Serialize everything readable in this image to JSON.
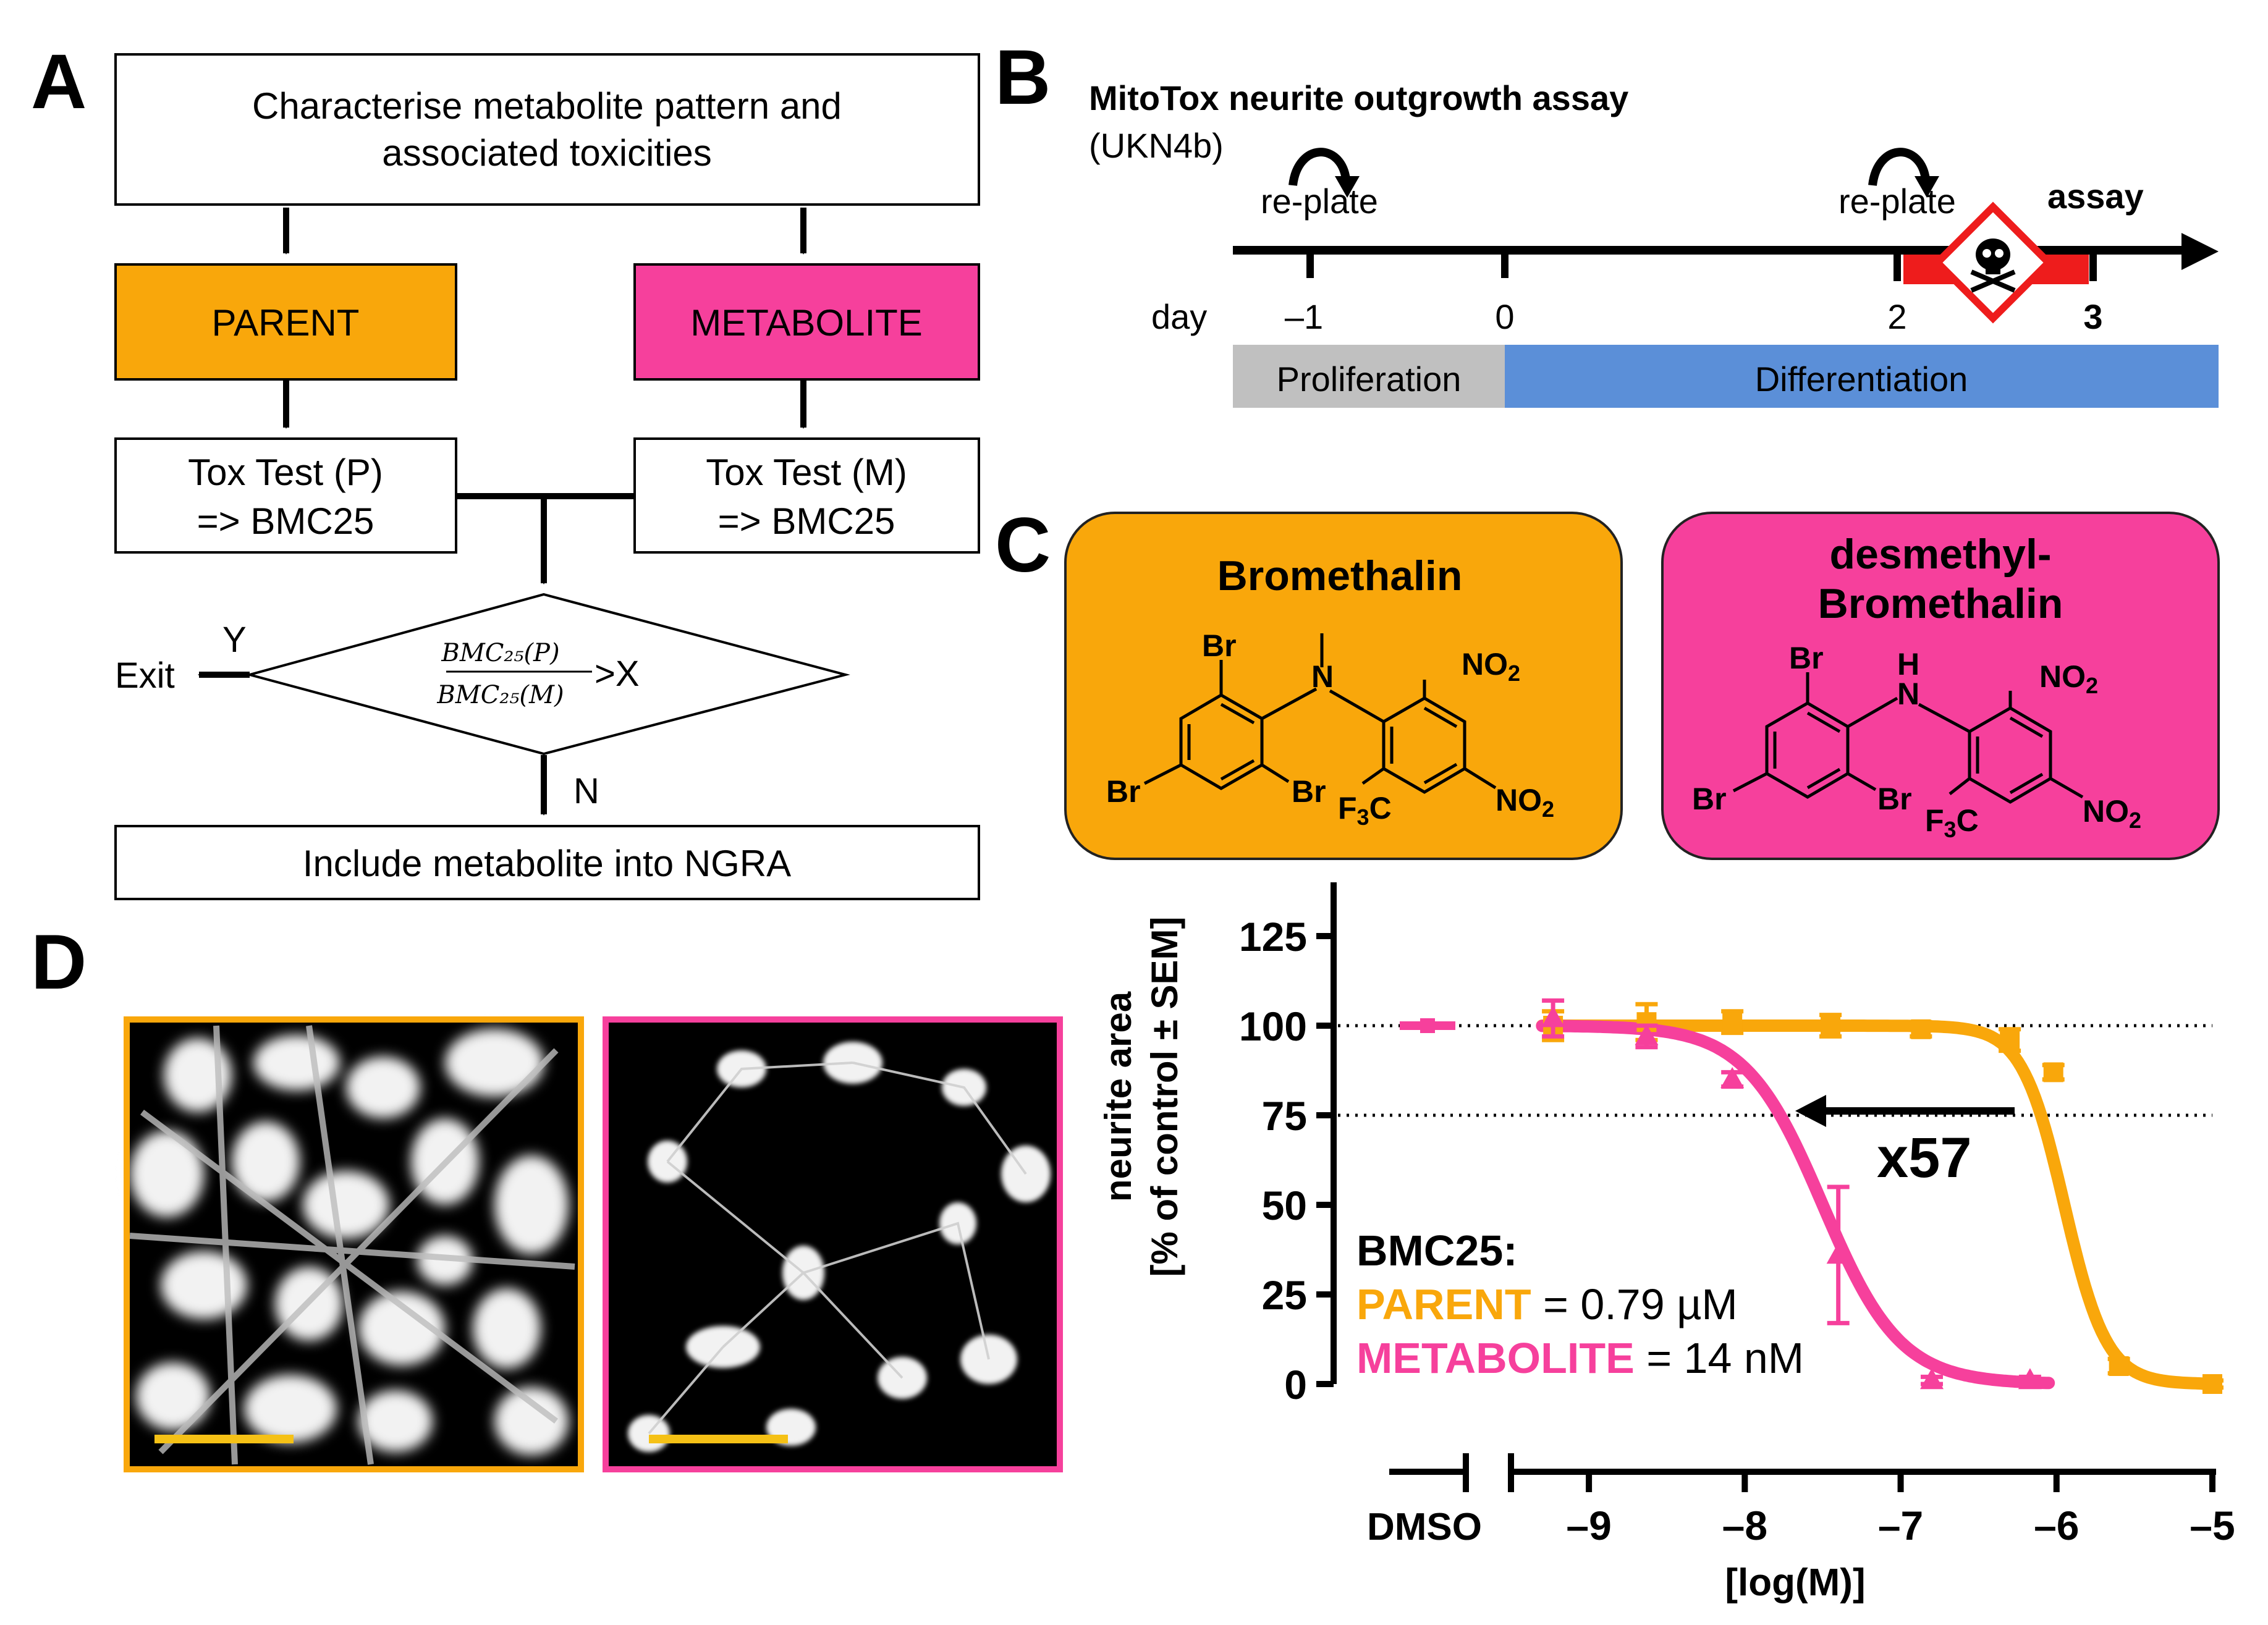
{
  "panels": {
    "a": "A",
    "b": "B",
    "c": "C",
    "d": "D"
  },
  "flow": {
    "top": [
      "Characterise metabolite pattern and",
      "associated toxicities"
    ],
    "parent": "PARENT",
    "metabolite": "METABOLITE",
    "tox_p": [
      "Tox Test (P)",
      "=> BMC25"
    ],
    "tox_m": [
      "Tox Test (M)",
      "=> BMC25"
    ],
    "ratio_num": "BMC₂₅(P)",
    "ratio_den": "BMC₂₅(M)",
    "ratio_cmp": ">X",
    "yes": "Y",
    "no": "N",
    "exit": "Exit",
    "bottom": "Include metabolite into NGRA",
    "colors": {
      "parent": "#f9a70b",
      "metabolite": "#f6409c"
    }
  },
  "timeline": {
    "title": "MitoTox neurite outgrowth assay",
    "subtitle": "(UKN4b)",
    "replate1": "re-plate",
    "replate2": "re-plate",
    "assay": "assay",
    "day_label": "day",
    "days": [
      "–1",
      "0",
      "2",
      "3"
    ],
    "proliferation": "Proliferation",
    "differentiation": "Differentiation",
    "colors": {
      "proliferation": "#c0c0c0",
      "differentiation": "#5b8fd8",
      "exposure": "#ee1c1c"
    }
  },
  "structures": {
    "parent_name": "Bromethalin",
    "metabolite_name": [
      "desmethyl-",
      "Bromethalin"
    ],
    "atoms": {
      "br": "Br",
      "n": "N",
      "h": "H",
      "no2_a": "NO",
      "no2_b": "2",
      "f3c_a": "F",
      "f3c_b": "3",
      "f3c_c": "C"
    }
  },
  "chart_data": {
    "type": "line",
    "xlabel": "[log(M)]",
    "ylabel": [
      "neurite area",
      "[% of control ± SEM]"
    ],
    "xlim": [
      -9.5,
      -5
    ],
    "ylim": [
      0,
      140
    ],
    "x_ticks": [
      "-9",
      "-8",
      "-7",
      "-6",
      "-5"
    ],
    "x_tick_labels": [
      "–9",
      "–8",
      "–7",
      "–6",
      "–5"
    ],
    "y_ticks": [
      "0",
      "25",
      "50",
      "75",
      "100",
      "125"
    ],
    "x_ref_label": "DMSO",
    "reference_lines": [
      100,
      75
    ],
    "annotation": "x57",
    "bmc_title": "BMC25:",
    "bmc_parent_label": "PARENT",
    "bmc_parent_value": " = 0.79 µM",
    "bmc_metabolite_label": "METABOLITE",
    "bmc_metabolite_value": " =  14 nM",
    "series": [
      {
        "color": "#f9a70b",
        "ec50_log": -5.95,
        "hill": 3.2,
        "points": [
          [
            -9.23,
            100,
            4
          ],
          [
            -8.63,
            101,
            5
          ],
          [
            -8.08,
            101,
            3
          ],
          [
            -7.45,
            100,
            3
          ],
          [
            -6.87,
            99,
            2
          ],
          [
            -6.3,
            96,
            3
          ],
          [
            -6.02,
            87,
            2
          ],
          [
            -5.6,
            5,
            2
          ],
          [
            -5.0,
            0,
            1
          ]
        ],
        "dmso": 100
      },
      {
        "color": "#f6409c",
        "ec50_log": -7.5,
        "hill": 1.75,
        "points": [
          [
            -9.23,
            102,
            5
          ],
          [
            -8.63,
            97,
            3
          ],
          [
            -8.08,
            85,
            2
          ],
          [
            -7.4,
            36,
            19
          ],
          [
            -6.8,
            1,
            1
          ],
          [
            -6.17,
            1,
            1
          ]
        ],
        "dmso": 100
      }
    ]
  },
  "images": {
    "scale_color": "#f5c116"
  }
}
